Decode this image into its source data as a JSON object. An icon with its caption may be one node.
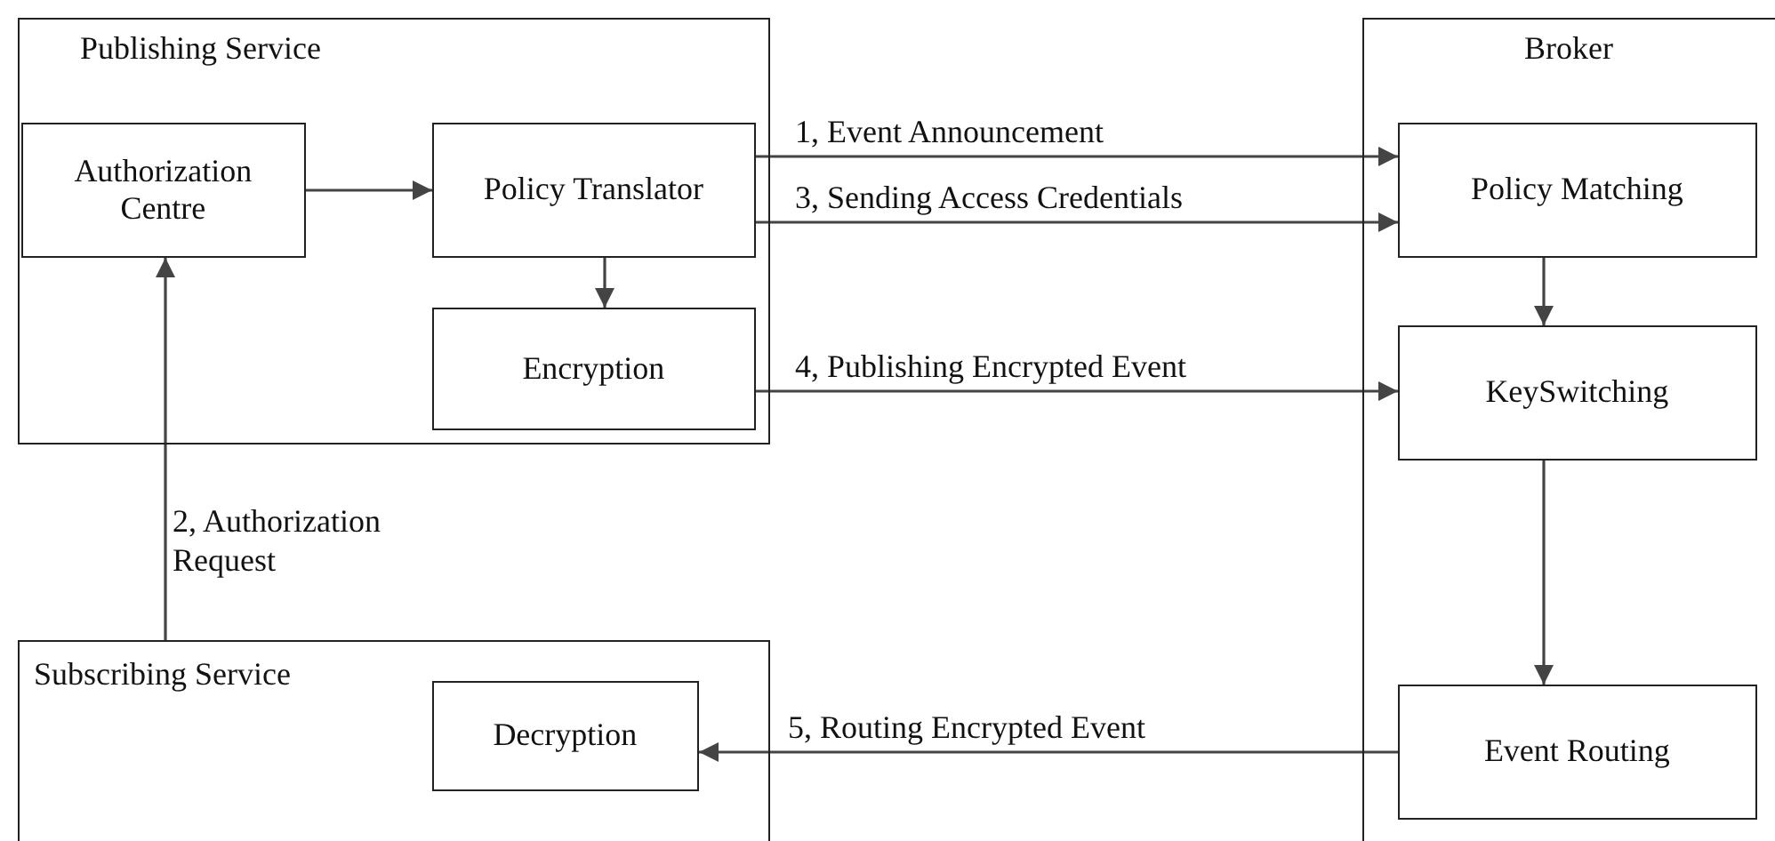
{
  "diagram": {
    "nodes": [
      {
        "text": [
          "Publishing Service"
        ]
      },
      {
        "text": [
          "Authorization Centre"
        ],
        "in": 0
      },
      {
        "text": [
          "Policy Translator"
        ],
        "in": 0
      },
      {
        "text": [
          "Encryption"
        ],
        "in": 0
      },
      {
        "text": [
          "Broker"
        ]
      },
      {
        "text": [
          "Policy Matching"
        ],
        "in": 4
      },
      {
        "text": [
          "KeySwitching"
        ],
        "in": 4
      },
      {
        "text": [
          "Event Routing"
        ],
        "in": 4
      },
      {
        "text": [
          "Subscribing Service"
        ]
      },
      {
        "text": [
          "Decryption"
        ],
        "in": 8
      }
    ],
    "edges": [
      {
        "from": 1,
        "to": 2,
        "arrow": "to"
      },
      {
        "from": 2,
        "to": 5,
        "arrow": "to",
        "label": "1, Event Announcement"
      },
      {
        "from": 8,
        "to": 1,
        "arrow": "to",
        "label": "2, Authorization Request"
      },
      {
        "from": 2,
        "to": 5,
        "arrow": "to",
        "label": "3, Sending Access Credentials"
      },
      {
        "from": 2,
        "to": 3,
        "arrow": "to"
      },
      {
        "from": 3,
        "to": 6,
        "arrow": "to",
        "label": "4, Publishing Encrypted Event"
      },
      {
        "from": 5,
        "to": 6,
        "arrow": "to"
      },
      {
        "from": 6,
        "to": 7,
        "arrow": "to"
      },
      {
        "from": 7,
        "to": 9,
        "arrow": "to",
        "label": "5, Routing Encrypted Event"
      }
    ]
  }
}
